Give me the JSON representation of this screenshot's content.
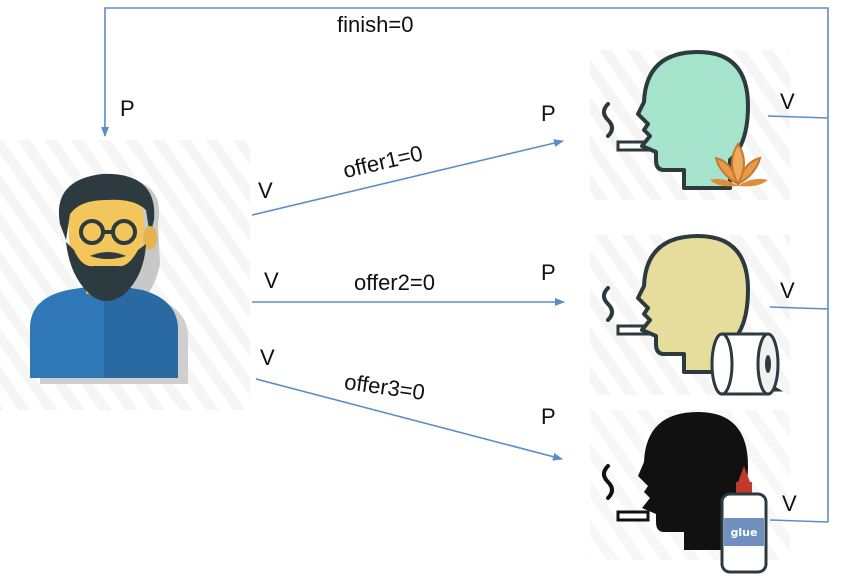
{
  "finish_label": "finish=0",
  "agent": {
    "p_label": "P"
  },
  "offers": [
    {
      "label": "offer1=0",
      "v_label": "V"
    },
    {
      "label": "offer2=0",
      "v_label": "V"
    },
    {
      "label": "offer3=0",
      "v_label": "V"
    }
  ],
  "smokers": [
    {
      "p_label": "P",
      "v_label": "V",
      "head_color": "#a6e3cc",
      "item": "tobacco-leaves"
    },
    {
      "p_label": "P",
      "v_label": "V",
      "head_color": "#e6dd9d",
      "item": "paper-roll"
    },
    {
      "p_label": "P",
      "v_label": "V",
      "head_color": "#111111",
      "item": "glue-bottle",
      "item_text": "glue"
    }
  ],
  "colors": {
    "arrow": "#5b8ec7",
    "agent_shirt": "#2f77b6",
    "agent_face": "#f2c65a",
    "agent_hair": "#2d3a3f"
  }
}
